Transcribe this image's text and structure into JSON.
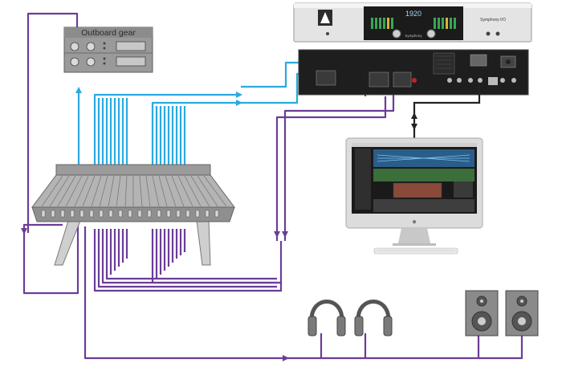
{
  "outboard": {
    "label": "Outboard gear"
  },
  "interface": {
    "display_value": "1920",
    "model_label": "Symphony I/O",
    "sub_label": "Symphony"
  },
  "colors": {
    "blue": "#29aae1",
    "purple": "#6a3d97",
    "black": "#222222",
    "gray": "#8a8a8a"
  },
  "icons": [
    "apogee-logo-icon",
    "apple-logo-icon",
    "speaker-icon",
    "headphones-icon"
  ]
}
